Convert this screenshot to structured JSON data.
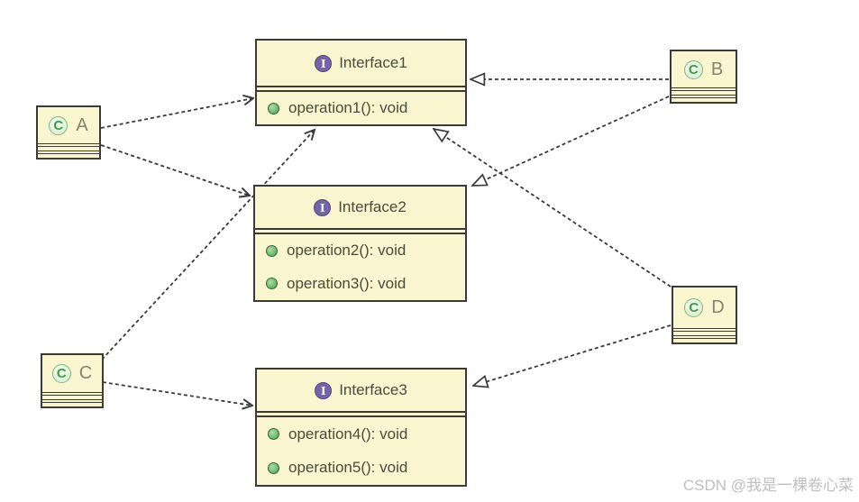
{
  "diagram": {
    "interface_icon_letter": "I",
    "class_icon_letter": "C",
    "interfaces": [
      {
        "title": "Interface1",
        "methods": [
          "operation1(): void"
        ]
      },
      {
        "title": "Interface2",
        "methods": [
          "operation2(): void",
          "operation3(): void"
        ]
      },
      {
        "title": "Interface3",
        "methods": [
          "operation4(): void",
          "operation5(): void"
        ]
      }
    ],
    "classes": [
      {
        "label": "A"
      },
      {
        "label": "B"
      },
      {
        "label": "C"
      },
      {
        "label": "D"
      }
    ],
    "edges": [
      {
        "from": "A",
        "to": "Interface1",
        "type": "dependency"
      },
      {
        "from": "A",
        "to": "Interface2",
        "type": "dependency"
      },
      {
        "from": "C",
        "to": "Interface1",
        "type": "dependency"
      },
      {
        "from": "C",
        "to": "Interface3",
        "type": "dependency"
      },
      {
        "from": "B",
        "to": "Interface1",
        "type": "realization"
      },
      {
        "from": "B",
        "to": "Interface2",
        "type": "realization"
      },
      {
        "from": "D",
        "to": "Interface1",
        "type": "realization"
      },
      {
        "from": "D",
        "to": "Interface3",
        "type": "realization"
      }
    ],
    "colors": {
      "box_fill": "#FAF6CF",
      "box_border": "#3B3B35",
      "interface_icon": "#7265A8",
      "class_icon_green": "#3E9B4E",
      "method_bullet_green": "#4E9E52",
      "text": "#4B4B3C",
      "edge_line": "#3A3A3A",
      "watermark": "#BFBFBF"
    }
  },
  "watermark": {
    "text": "CSDN @我是一棵卷心菜"
  }
}
